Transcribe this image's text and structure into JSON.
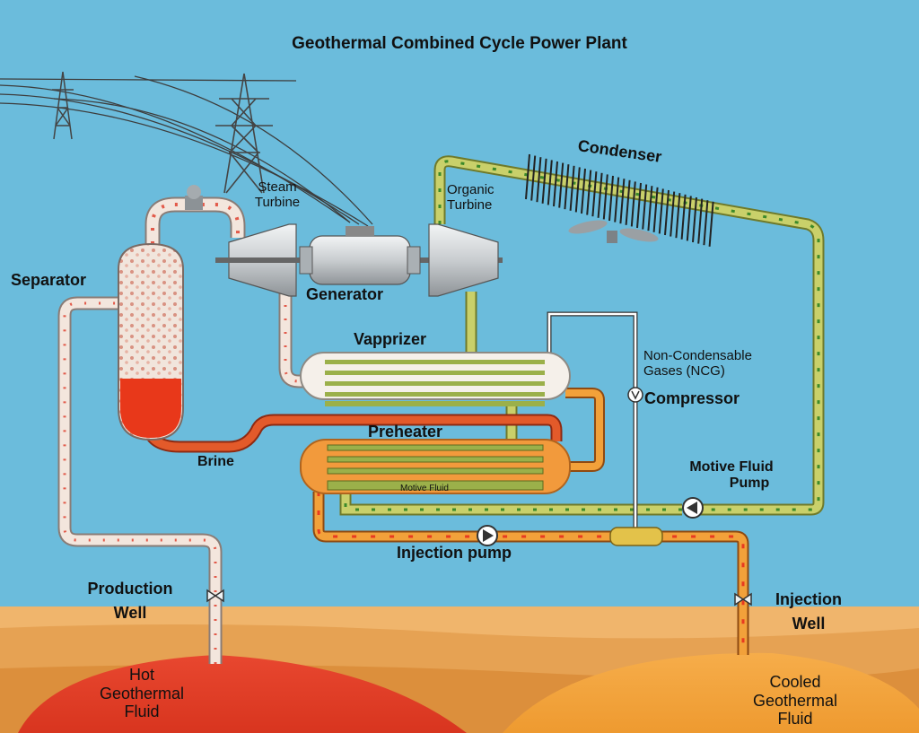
{
  "title": "Geothermal Combined Cycle Power Plant",
  "labels": {
    "separator": "Separator",
    "steam_turbine": [
      "Steam",
      "Turbine"
    ],
    "organic_turbine": [
      "Organic",
      "Turbine"
    ],
    "condenser": "Condenser",
    "generator": "Generator",
    "vaporizer": "Vapprizer",
    "ncg": [
      "Non-Condensable",
      "Gases (NCG)"
    ],
    "compressor": "Compressor",
    "preheater": "Preheater",
    "brine": "Brine",
    "motive_fluid": "Motive Fluid",
    "motive_fluid_pump": [
      "Motive Fluid",
      "Pump"
    ],
    "injection_pump": "Injection pump",
    "production_well": [
      "Production",
      "Well"
    ],
    "injection_well": [
      "Injection",
      "Well"
    ],
    "hot_fluid": [
      "Hot",
      "Geothermal",
      "Fluid"
    ],
    "cooled_fluid": [
      "Cooled",
      "Geothermal",
      "Fluid"
    ]
  },
  "colors": {
    "sky": "#6bbcdc",
    "ground_light": "#f0b56c",
    "ground_dark": "#e19540",
    "hot_reservoir": "#e8472f",
    "cooled_reservoir": "#f3a13e",
    "steam_pipe": "#f4e9e1",
    "organic_pipe": "#b9c45a",
    "brine_pipe": "#e35a2a",
    "injection_pipe": "#f2a13a",
    "equipment_gray": "#cfd3d6"
  }
}
